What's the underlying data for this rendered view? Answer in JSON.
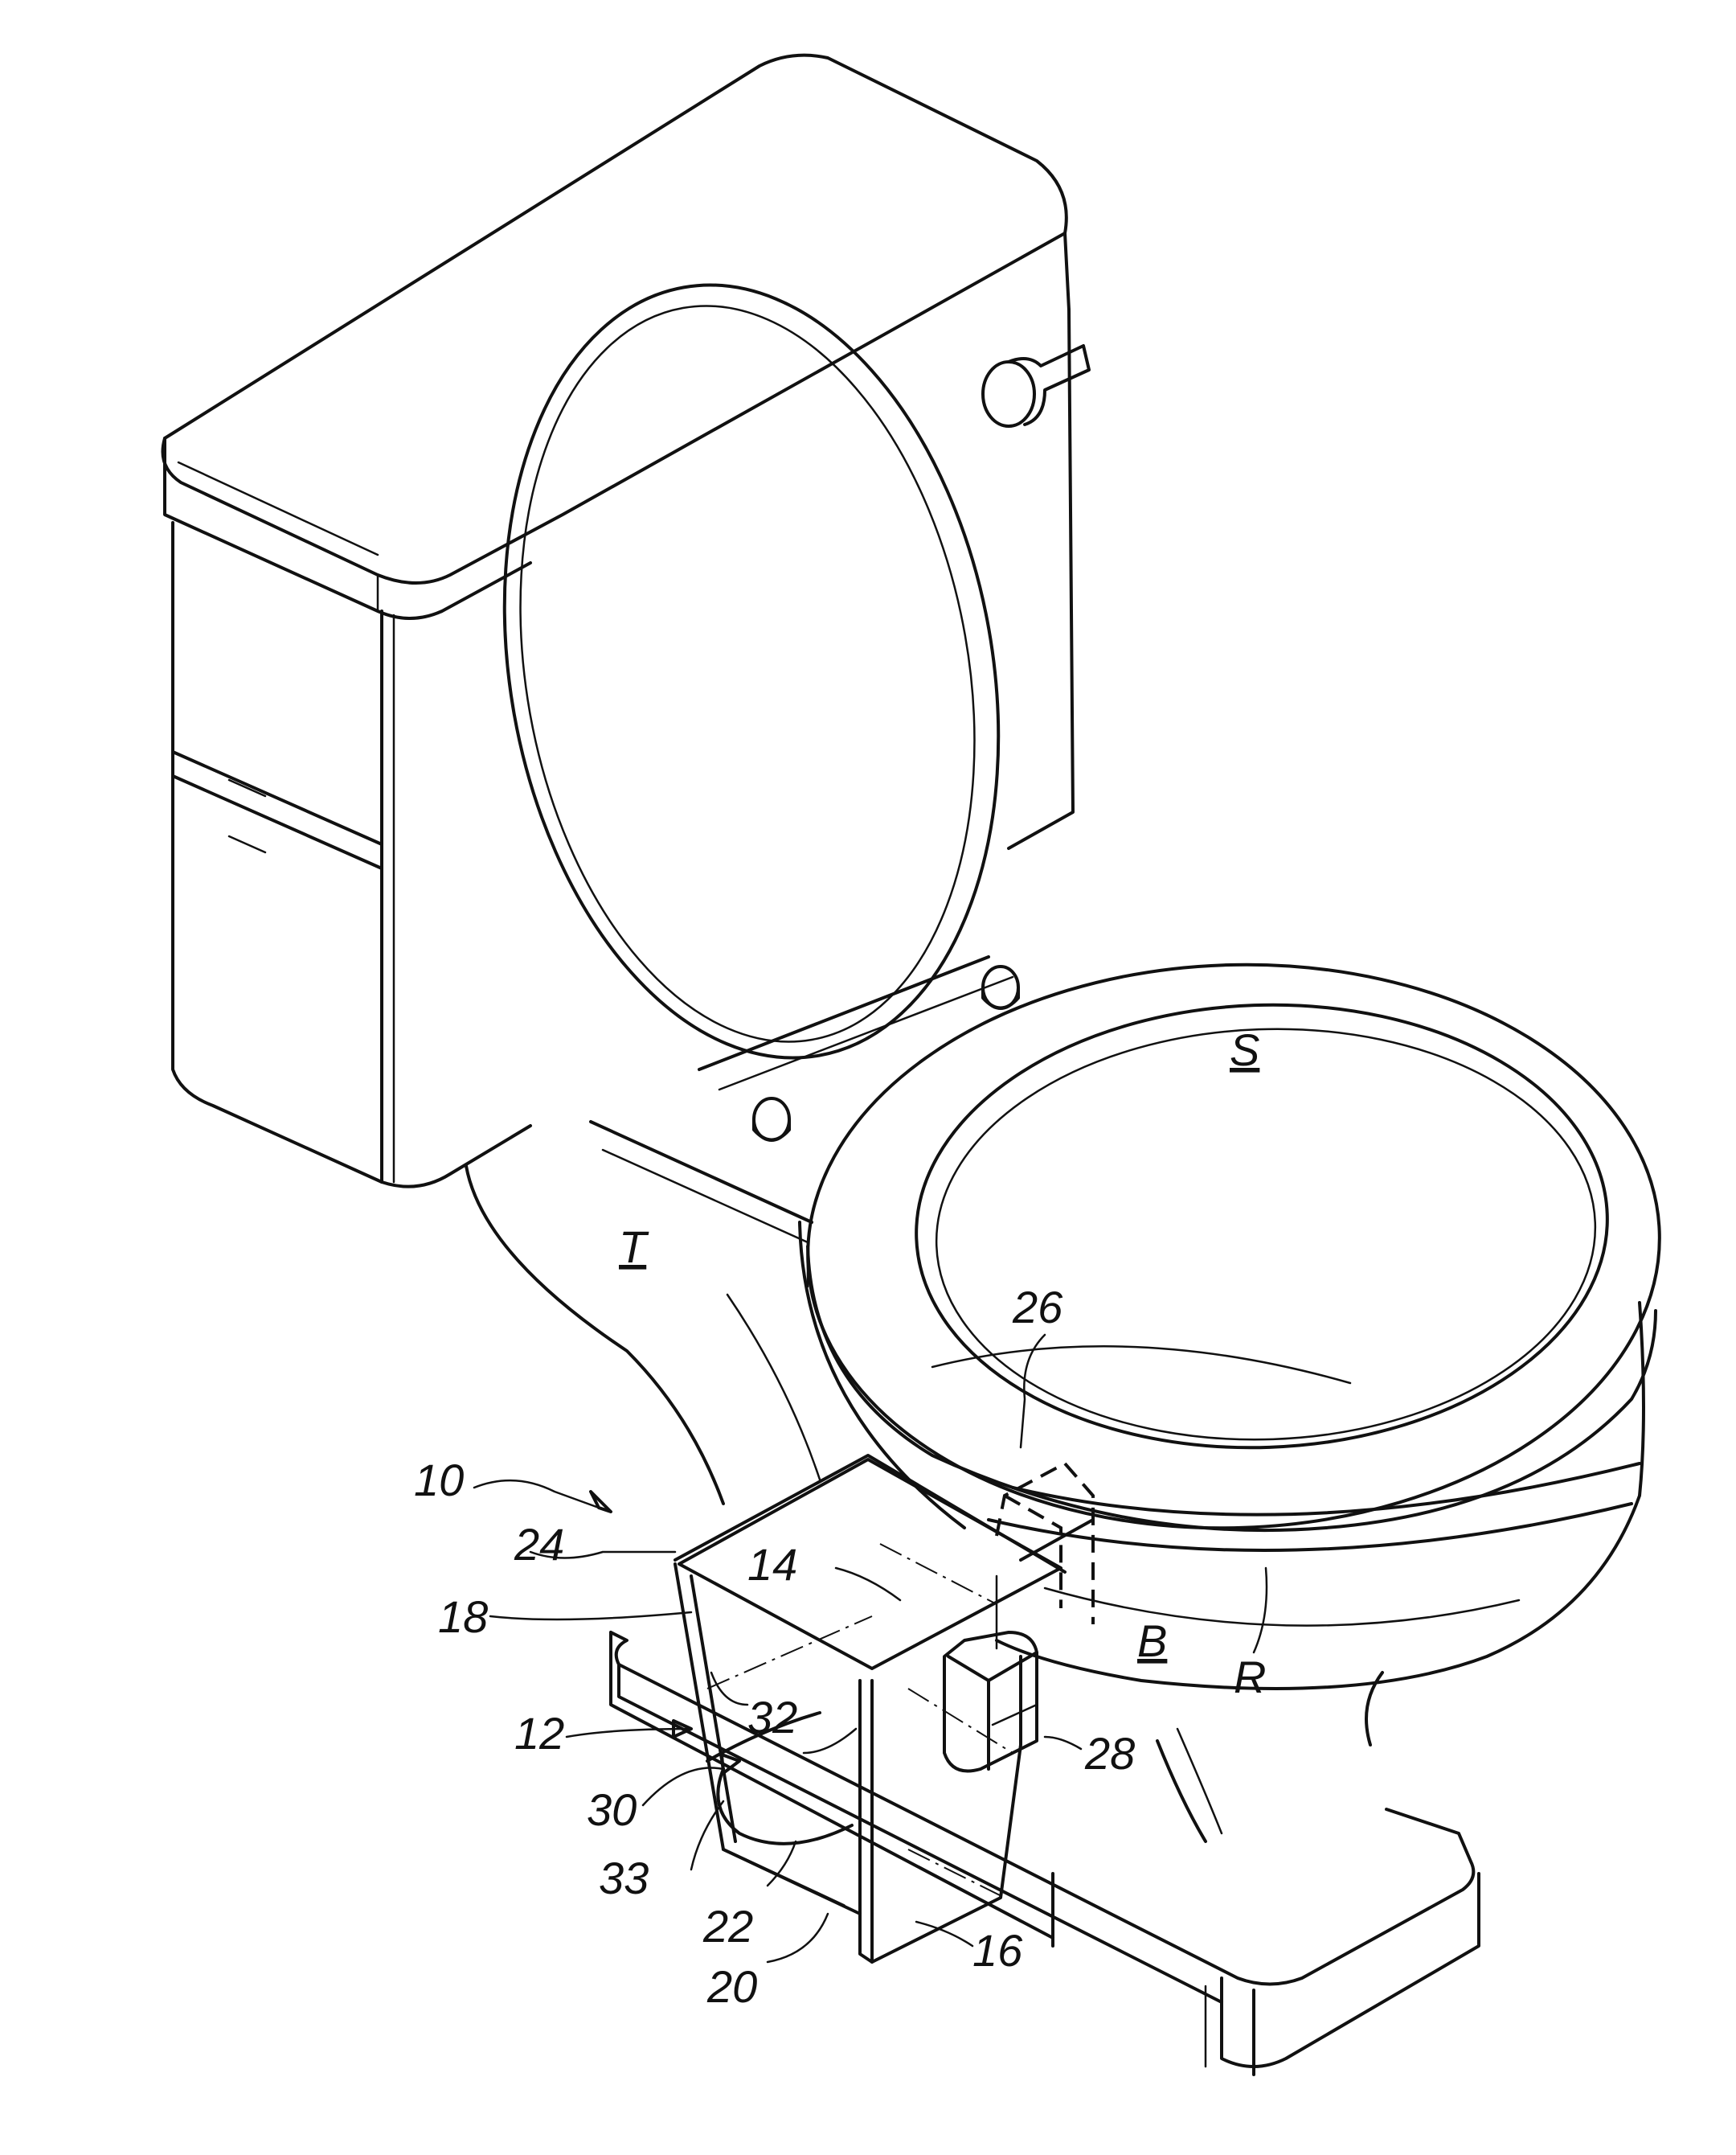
{
  "figure": {
    "reference_numerals": {
      "device": "10",
      "container": "12",
      "interior": "14",
      "front_wall": "16",
      "side_wall": "18",
      "bottom": "20",
      "bottom_edge": "22",
      "rim_edge": "24",
      "hook": "26",
      "clip": "28",
      "opening": "30",
      "opening_edge": "32",
      "opening_curve": "33"
    },
    "letter_labels": {
      "seat": "S",
      "tank_base": "T",
      "bowl": "B",
      "rim": "R"
    }
  }
}
